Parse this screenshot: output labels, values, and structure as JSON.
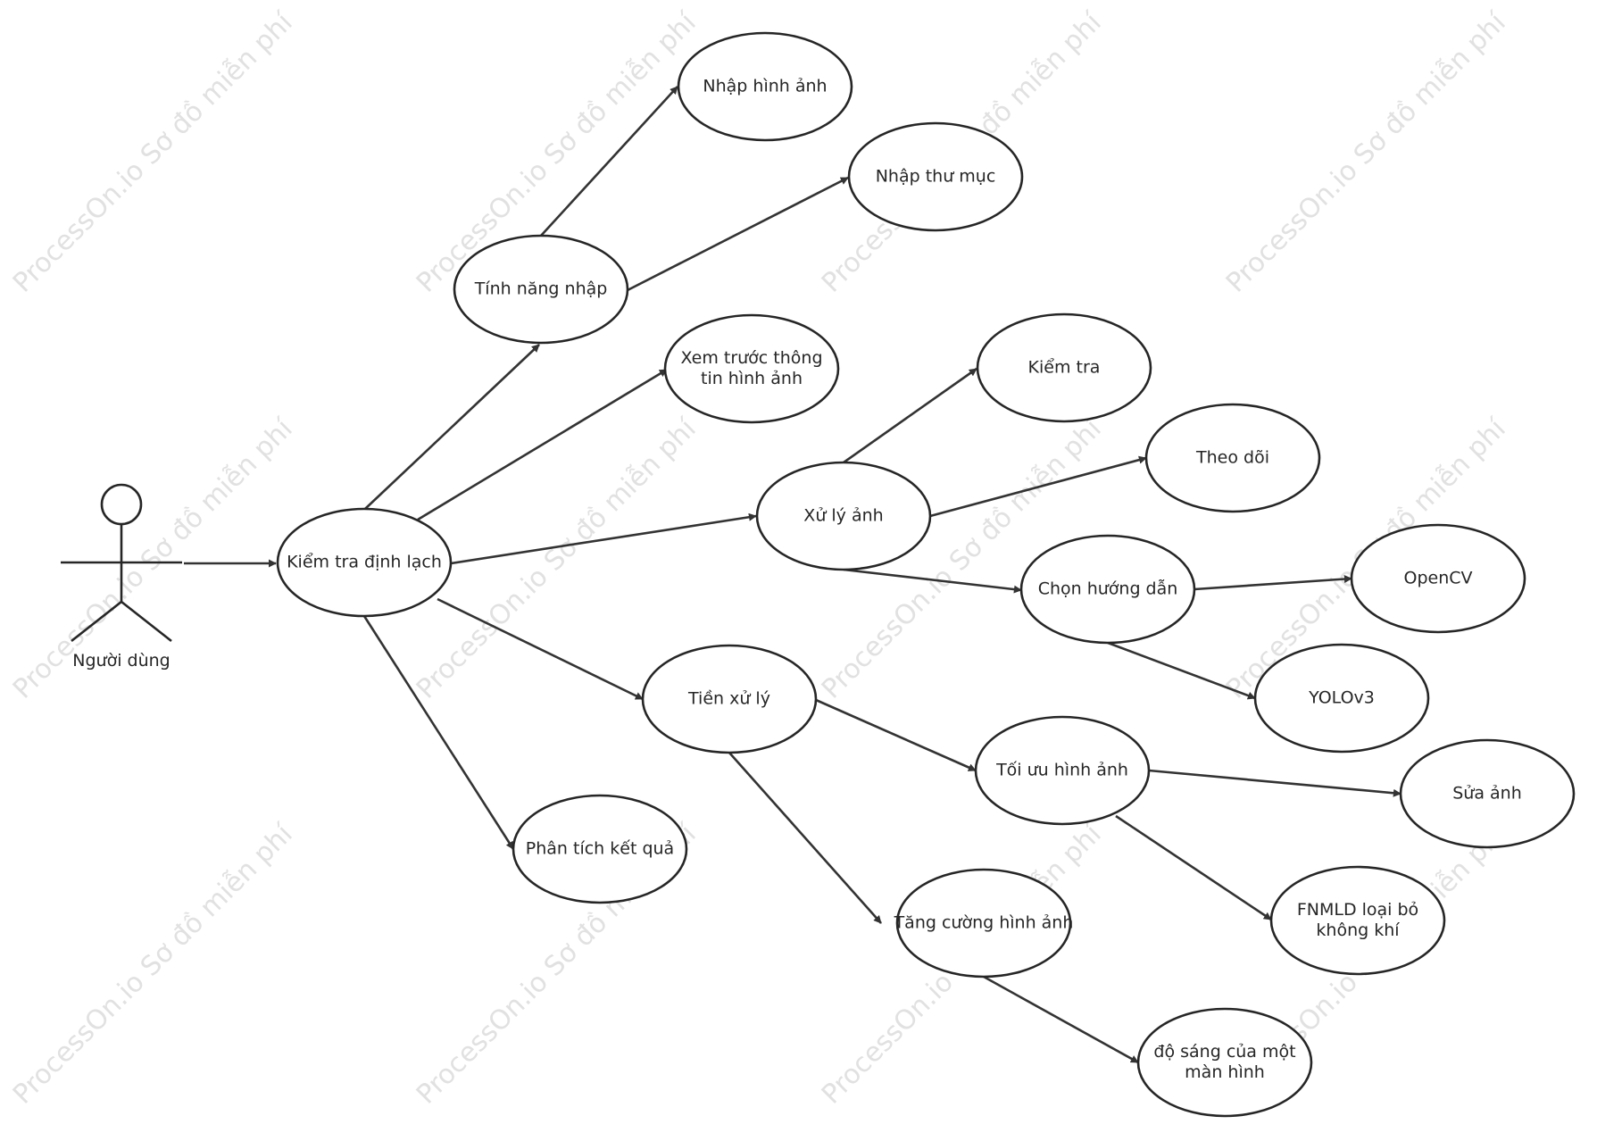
{
  "watermark": "ProcessOn.io Sơ đồ miễn phí",
  "colors": {
    "stroke": "#262626",
    "edge": "#333333",
    "watermark": "#d7d7d7"
  },
  "actor": {
    "id": "user",
    "label": "Người dùng"
  },
  "nodes": [
    {
      "id": "kiem-tra-dinh-lach",
      "lines": [
        "Kiểm tra định lạch"
      ]
    },
    {
      "id": "tinh-nang-nhap",
      "lines": [
        "Tính năng nhập"
      ]
    },
    {
      "id": "nhap-hinh-anh",
      "lines": [
        "Nhập hình ảnh"
      ]
    },
    {
      "id": "nhap-thu-muc",
      "lines": [
        "Nhập thư mục"
      ]
    },
    {
      "id": "xem-truoc",
      "lines": [
        "Xem trước thông",
        "tin hình ảnh"
      ]
    },
    {
      "id": "xu-ly-anh",
      "lines": [
        "Xử lý ảnh"
      ]
    },
    {
      "id": "kiem-tra",
      "lines": [
        "Kiểm tra"
      ]
    },
    {
      "id": "theo-doi",
      "lines": [
        "Theo dõi"
      ]
    },
    {
      "id": "chon-huong-dan",
      "lines": [
        "Chọn hướng dẫn"
      ]
    },
    {
      "id": "opencv",
      "lines": [
        "OpenCV"
      ]
    },
    {
      "id": "yolov3",
      "lines": [
        "YOLOv3"
      ]
    },
    {
      "id": "tien-xu-ly",
      "lines": [
        "Tiền xử lý"
      ]
    },
    {
      "id": "toi-uu-hinh-anh",
      "lines": [
        "Tối ưu hình ảnh"
      ]
    },
    {
      "id": "sua-anh",
      "lines": [
        "Sửa ảnh"
      ]
    },
    {
      "id": "fnmld",
      "lines": [
        "FNMLD loại bỏ",
        "không khí"
      ]
    },
    {
      "id": "tang-cuong",
      "lines": [
        "Tăng cường hình ảnh"
      ]
    },
    {
      "id": "do-sang",
      "lines": [
        "độ sáng của một",
        "màn hình"
      ]
    },
    {
      "id": "phan-tich",
      "lines": [
        "Phân tích kết quả"
      ]
    }
  ],
  "edges": [
    {
      "from": "user",
      "to": "kiem-tra-dinh-lach"
    },
    {
      "from": "kiem-tra-dinh-lach",
      "to": "tinh-nang-nhap"
    },
    {
      "from": "tinh-nang-nhap",
      "to": "nhap-hinh-anh"
    },
    {
      "from": "tinh-nang-nhap",
      "to": "nhap-thu-muc"
    },
    {
      "from": "kiem-tra-dinh-lach",
      "to": "xem-truoc"
    },
    {
      "from": "kiem-tra-dinh-lach",
      "to": "xu-ly-anh"
    },
    {
      "from": "xu-ly-anh",
      "to": "kiem-tra"
    },
    {
      "from": "xu-ly-anh",
      "to": "theo-doi"
    },
    {
      "from": "xu-ly-anh",
      "to": "chon-huong-dan"
    },
    {
      "from": "chon-huong-dan",
      "to": "opencv"
    },
    {
      "from": "chon-huong-dan",
      "to": "yolov3"
    },
    {
      "from": "kiem-tra-dinh-lach",
      "to": "tien-xu-ly"
    },
    {
      "from": "tien-xu-ly",
      "to": "toi-uu-hinh-anh"
    },
    {
      "from": "toi-uu-hinh-anh",
      "to": "sua-anh"
    },
    {
      "from": "toi-uu-hinh-anh",
      "to": "fnmld"
    },
    {
      "from": "tien-xu-ly",
      "to": "tang-cuong"
    },
    {
      "from": "tang-cuong",
      "to": "do-sang"
    },
    {
      "from": "kiem-tra-dinh-lach",
      "to": "phan-tich"
    }
  ]
}
